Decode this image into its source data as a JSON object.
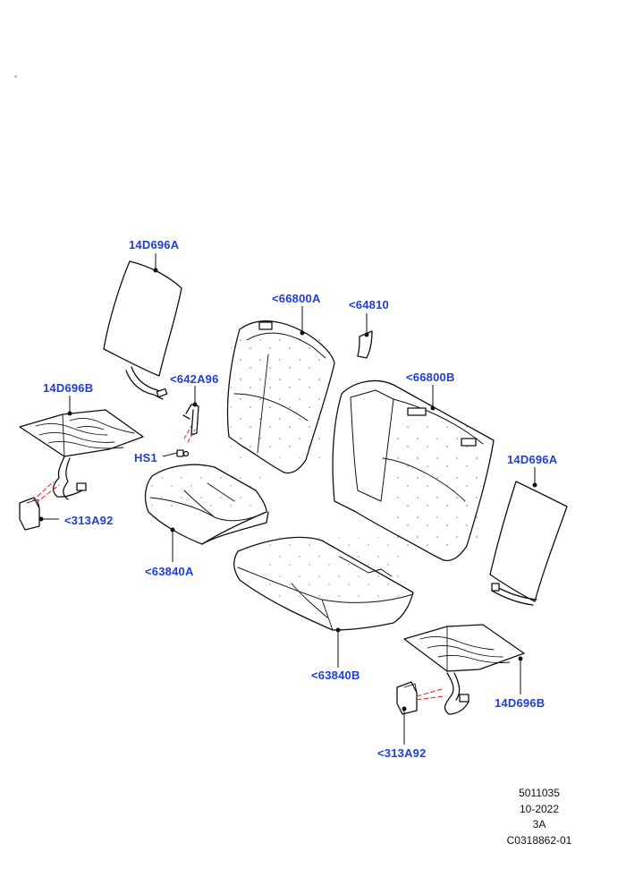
{
  "callouts": {
    "headrest_pad_left": "14D696A",
    "cushion_pad_left": "14D696B",
    "harness_left": "<642A96",
    "fastener": "HS1",
    "module_left": "<313A92",
    "cushion_cover_left": "<63840A",
    "back_assy_left": "<66800A",
    "escutcheon": "<64810",
    "back_assy_right": "<66800B",
    "back_pad_right": "14D696A",
    "cushion_cover_right": "<63840B",
    "cushion_pad_right": "14D696B",
    "module_right": "<313A92"
  },
  "footer": {
    "ref": "5011035",
    "date": "10-2022",
    "rev": "3A",
    "code": "C0318862-01"
  },
  "colors": {
    "label": "#1f3fd6",
    "stroke": "#111111",
    "wire_red": "#e02020"
  }
}
